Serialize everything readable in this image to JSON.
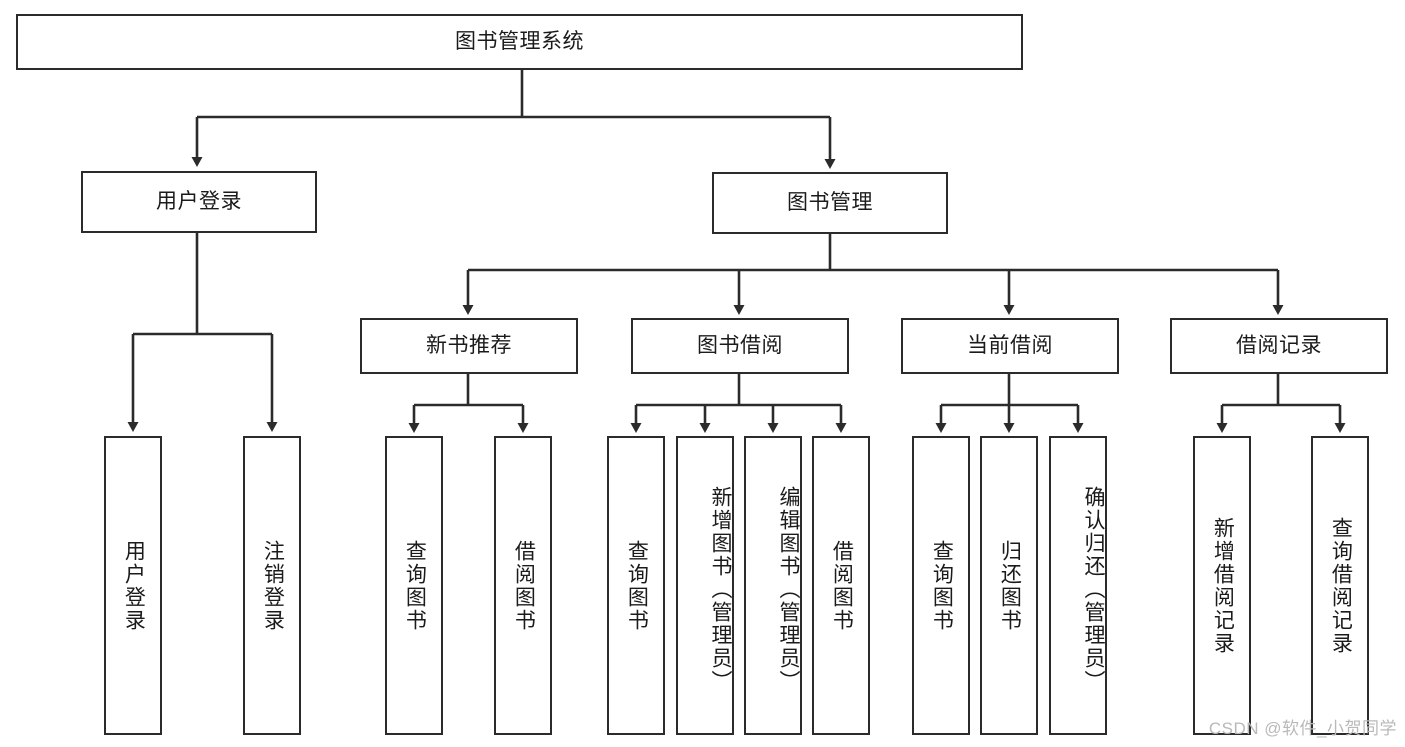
{
  "diagram": {
    "type": "tree",
    "title": "图书管理系统",
    "orientation": "top-down",
    "colors": {
      "node_border": "#2b2b2b",
      "node_fill": "#ffffff",
      "edge": "#2b2b2b",
      "text": "#1b1b1b",
      "watermark": "#b9b9b9"
    }
  },
  "root": {
    "label": "图书管理系统"
  },
  "level2": [
    {
      "label": "用户登录"
    },
    {
      "label": "图书管理"
    }
  ],
  "level3": [
    {
      "label": "新书推荐"
    },
    {
      "label": "图书借阅"
    },
    {
      "label": "当前借阅"
    },
    {
      "label": "借阅记录"
    }
  ],
  "leaves": {
    "user_login": [
      {
        "label": "用户登录"
      },
      {
        "label": "注销登录"
      }
    ],
    "new_book_recommend": [
      {
        "label": "查询图书"
      },
      {
        "label": "借阅图书"
      }
    ],
    "book_borrow": [
      {
        "label": "查询图书"
      },
      {
        "label": "新增图书（管理员）"
      },
      {
        "label": "编辑图书（管理员）"
      },
      {
        "label": "借阅图书"
      }
    ],
    "current_borrow": [
      {
        "label": "查询图书"
      },
      {
        "label": "归还图书"
      },
      {
        "label": "确认归还（管理员）"
      }
    ],
    "borrow_record": [
      {
        "label": "新增借阅记录"
      },
      {
        "label": "查询借阅记录"
      }
    ]
  },
  "watermark": {
    "text": "CSDN @软件_小贺同学"
  }
}
